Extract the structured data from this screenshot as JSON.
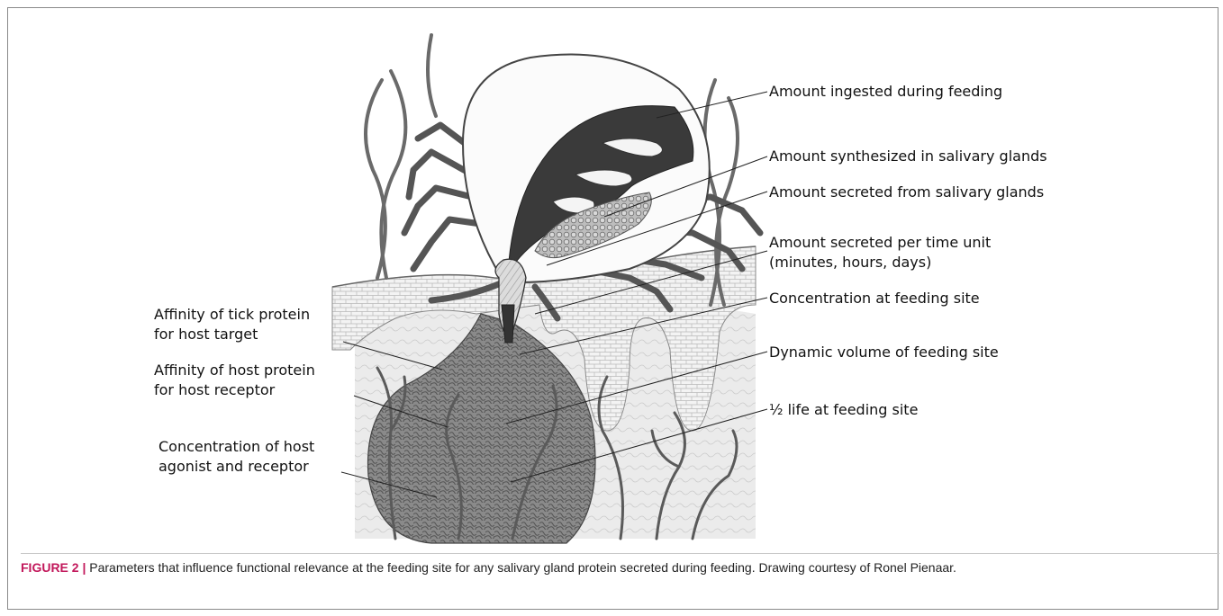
{
  "labels": {
    "right": [
      "Amount ingested during feeding",
      "Amount synthesized in salivary glands",
      "Amount secreted from salivary glands",
      "Amount secreted per time unit",
      "(minutes, hours, days)",
      "Concentration at feeding site",
      "Dynamic volume of feeding site",
      "½ life at feeding site"
    ],
    "left": [
      "Affinity of tick protein",
      "for host target",
      "Affinity of host protein",
      "for host receptor",
      "Concentration of host",
      "agonist and receptor"
    ]
  },
  "caption": {
    "figure_label": "FIGURE 2 |",
    "text": " Parameters that influence functional relevance at the feeding site for any salivary gland protein secreted during feeding. Drawing courtesy of Ronel Pienaar."
  }
}
